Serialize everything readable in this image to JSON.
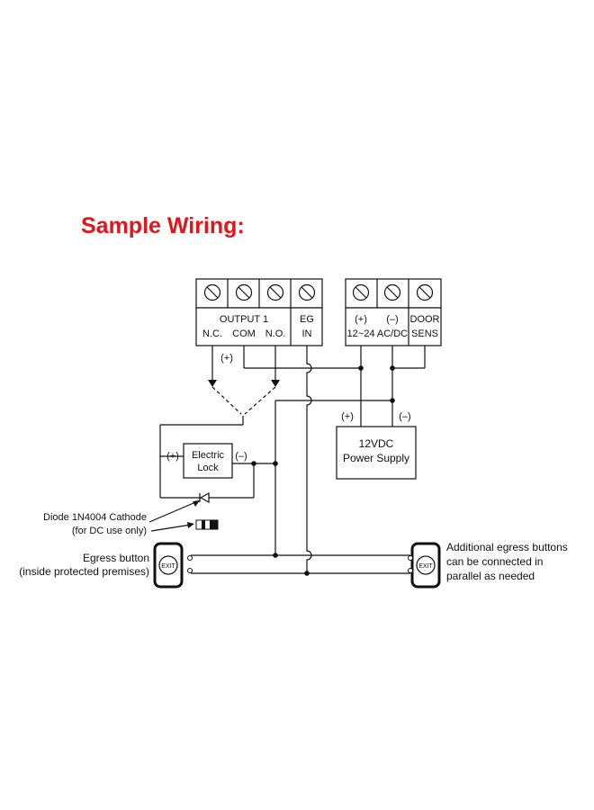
{
  "title": "Sample Wiring:",
  "terminal_block_left": {
    "group_label": "OUTPUT 1",
    "nc_label": "N.C.",
    "com_label": "COM",
    "no_label": "N.O.",
    "eg_label": "EG",
    "in_label": "IN"
  },
  "terminal_block_right": {
    "plus_label": "(+)",
    "minus_label": "(–)",
    "range_label": "12~24",
    "acdc_label": "AC/DC",
    "door_label": "DOOR",
    "sens_label": "SENS"
  },
  "output_plus_label": "(+)",
  "electric_lock": {
    "line1": "Electric",
    "line2": "Lock",
    "plus_label": "(+)",
    "minus_label": "(–)"
  },
  "power_supply": {
    "line1": "12VDC",
    "line2": "Power Supply",
    "plus_label": "(+)",
    "minus_label": "(–)"
  },
  "diode_note": {
    "line1": "Diode 1N4004 Cathode",
    "line2": "(for DC use only)"
  },
  "egress_button": {
    "line1": "Egress button",
    "line2": "(inside protected premises)",
    "button_text": "EXIT"
  },
  "additional_buttons": {
    "line1": "Additional egress buttons",
    "line2": "can be connected in",
    "line3": "parallel as needed",
    "button_text": "EXIT"
  }
}
